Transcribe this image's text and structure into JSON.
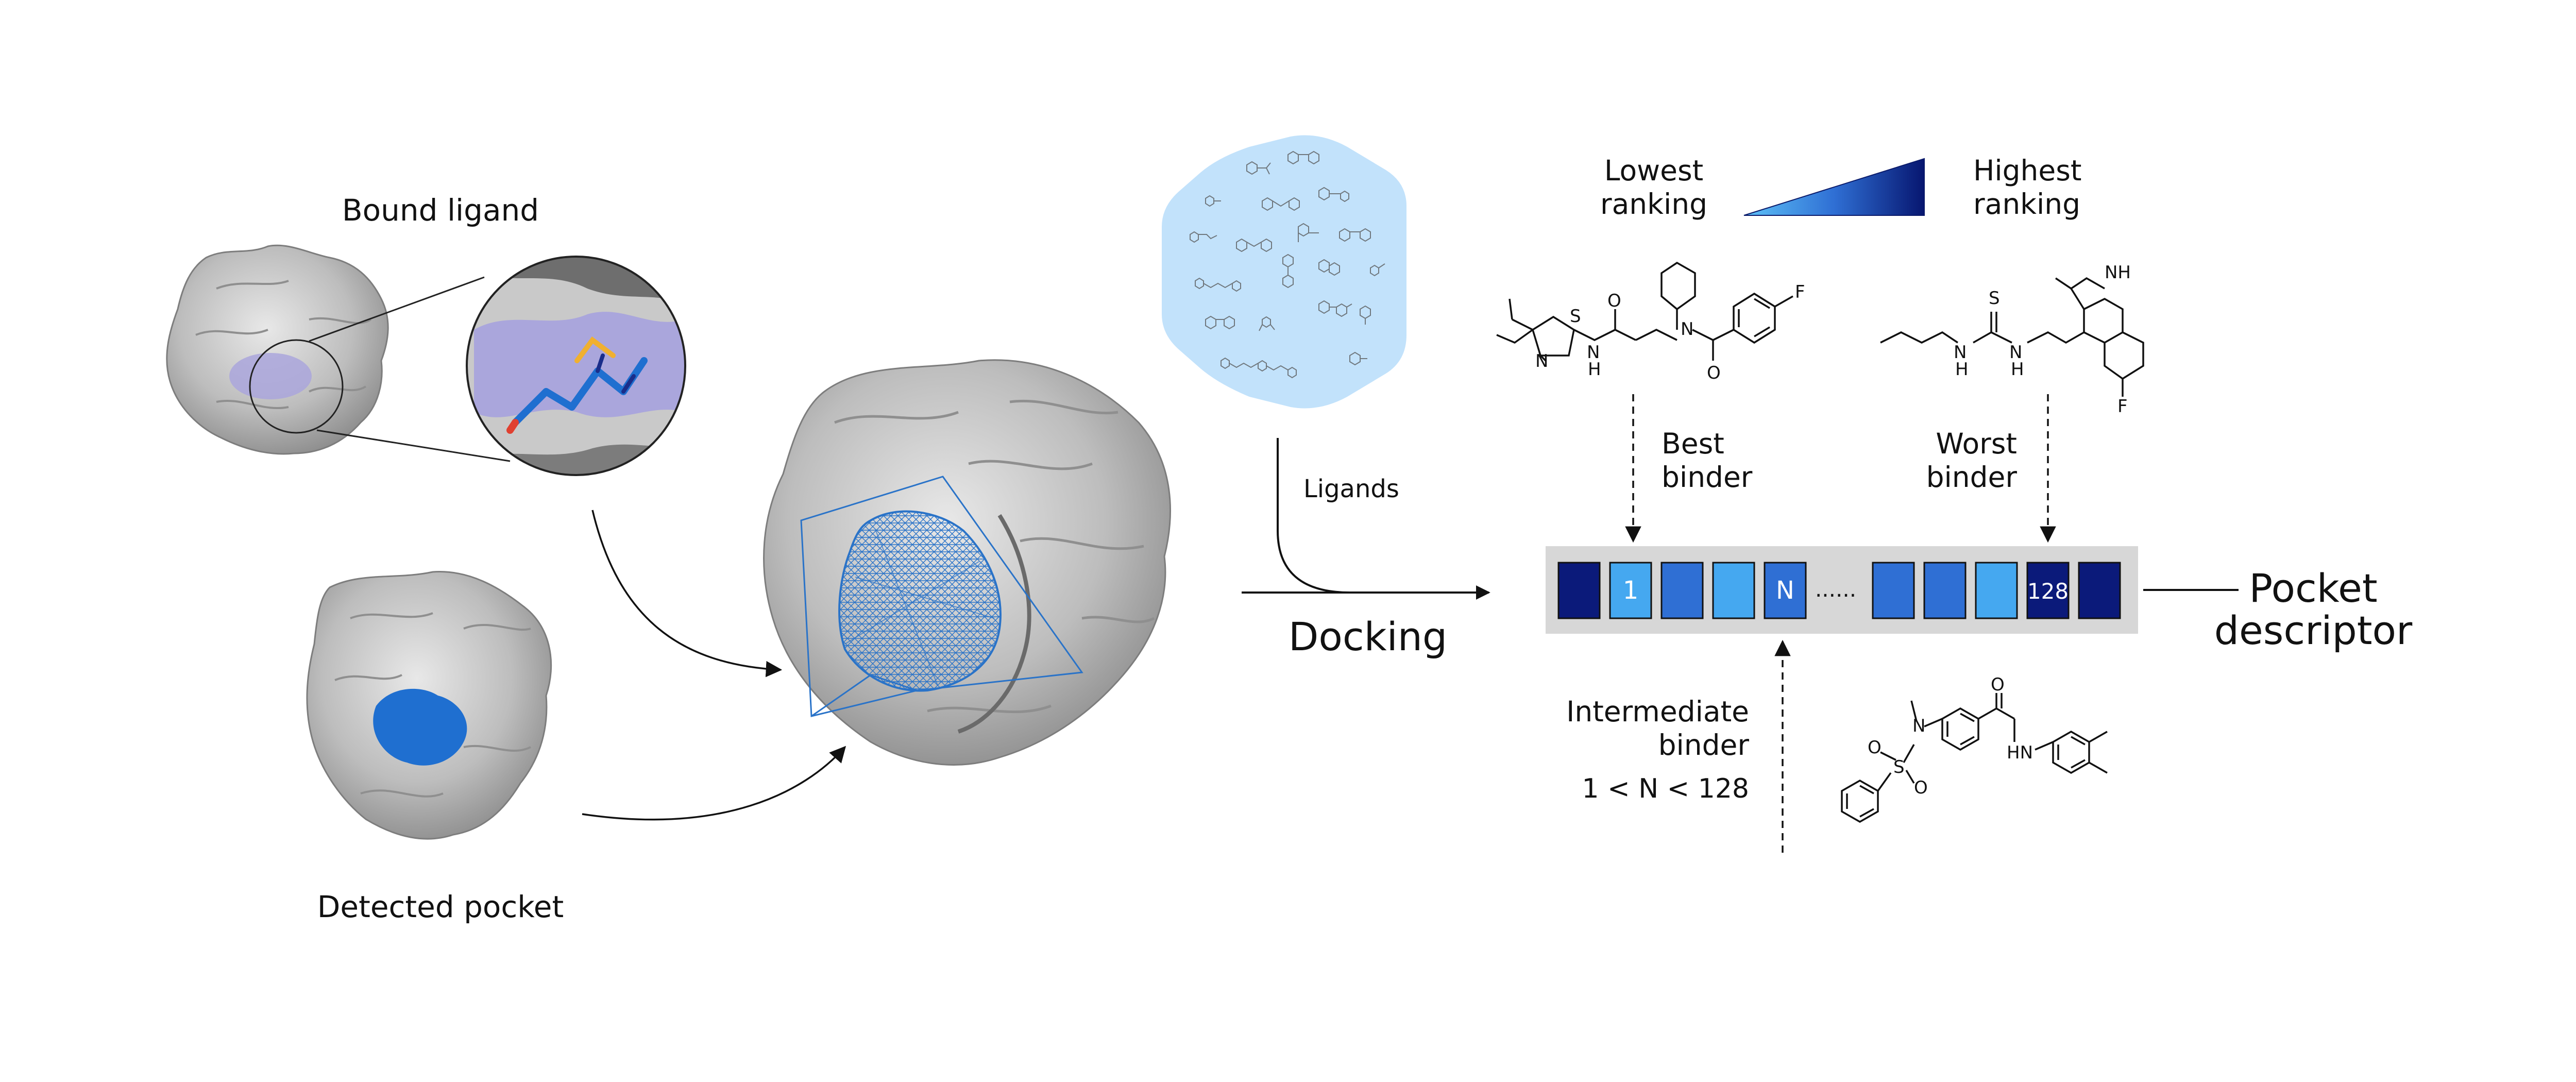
{
  "labels": {
    "bound_ligand": "Bound ligand",
    "detected_pocket": "Detected pocket",
    "ligands": "Ligands",
    "docking": "Docking",
    "lowest_ranking": [
      "Lowest",
      "ranking"
    ],
    "highest_ranking": [
      "Highest",
      "ranking"
    ],
    "best_binder": [
      "Best",
      "binder"
    ],
    "worst_binder": [
      "Worst",
      "binder"
    ],
    "intermediate_binder": [
      "Intermediate",
      "binder"
    ],
    "intermediate_range": "1 < N < 128",
    "pocket_descriptor": [
      "Pocket",
      "descriptor"
    ]
  },
  "descriptor": {
    "cells_left": [
      "",
      "1",
      "",
      "",
      "N"
    ],
    "cells_right": [
      "",
      "",
      "",
      "128",
      ""
    ],
    "ellipsis": "......"
  },
  "atoms": {
    "S": "S",
    "N": "N",
    "H": "H",
    "O": "O",
    "F": "F",
    "NH": "NH",
    "HN": "HN"
  },
  "colors": {
    "protein": "#b9b9b9",
    "ligand_site": "#aaa6dc",
    "pocket": "#1f6fd0",
    "mesh": "#2a73c8",
    "library": "#c2e2fb",
    "descriptor_bg": "#d7d7d7",
    "dark_navy": "#0b1a7a",
    "medium_blue": "#2f6fd4",
    "light_blue": "#45a8f0"
  }
}
